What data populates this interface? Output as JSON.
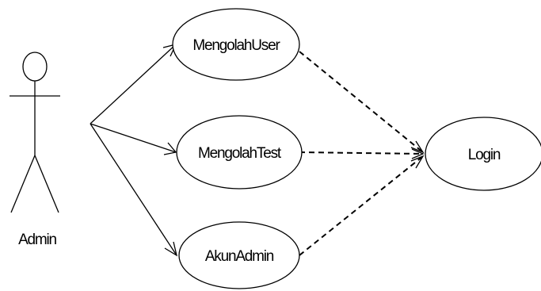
{
  "actor": {
    "name": "Admin"
  },
  "use_cases": {
    "mengolah_user": "MengolahUser",
    "mengolah_test": "MengolahTest",
    "akun_admin": "AkunAdmin",
    "login": "Login"
  },
  "relations": [
    {
      "from": "Admin",
      "to": "MengolahUser",
      "style": "solid-arrow"
    },
    {
      "from": "Admin",
      "to": "MengolahTest",
      "style": "solid-arrow"
    },
    {
      "from": "Admin",
      "to": "AkunAdmin",
      "style": "solid-arrow"
    },
    {
      "from": "MengolahUser",
      "to": "Login",
      "style": "dashed-arrow"
    },
    {
      "from": "MengolahTest",
      "to": "Login",
      "style": "dashed-arrow"
    },
    {
      "from": "AkunAdmin",
      "to": "Login",
      "style": "dashed-arrow"
    }
  ],
  "colors": {
    "stroke": "#000000",
    "background": "#ffffff"
  }
}
